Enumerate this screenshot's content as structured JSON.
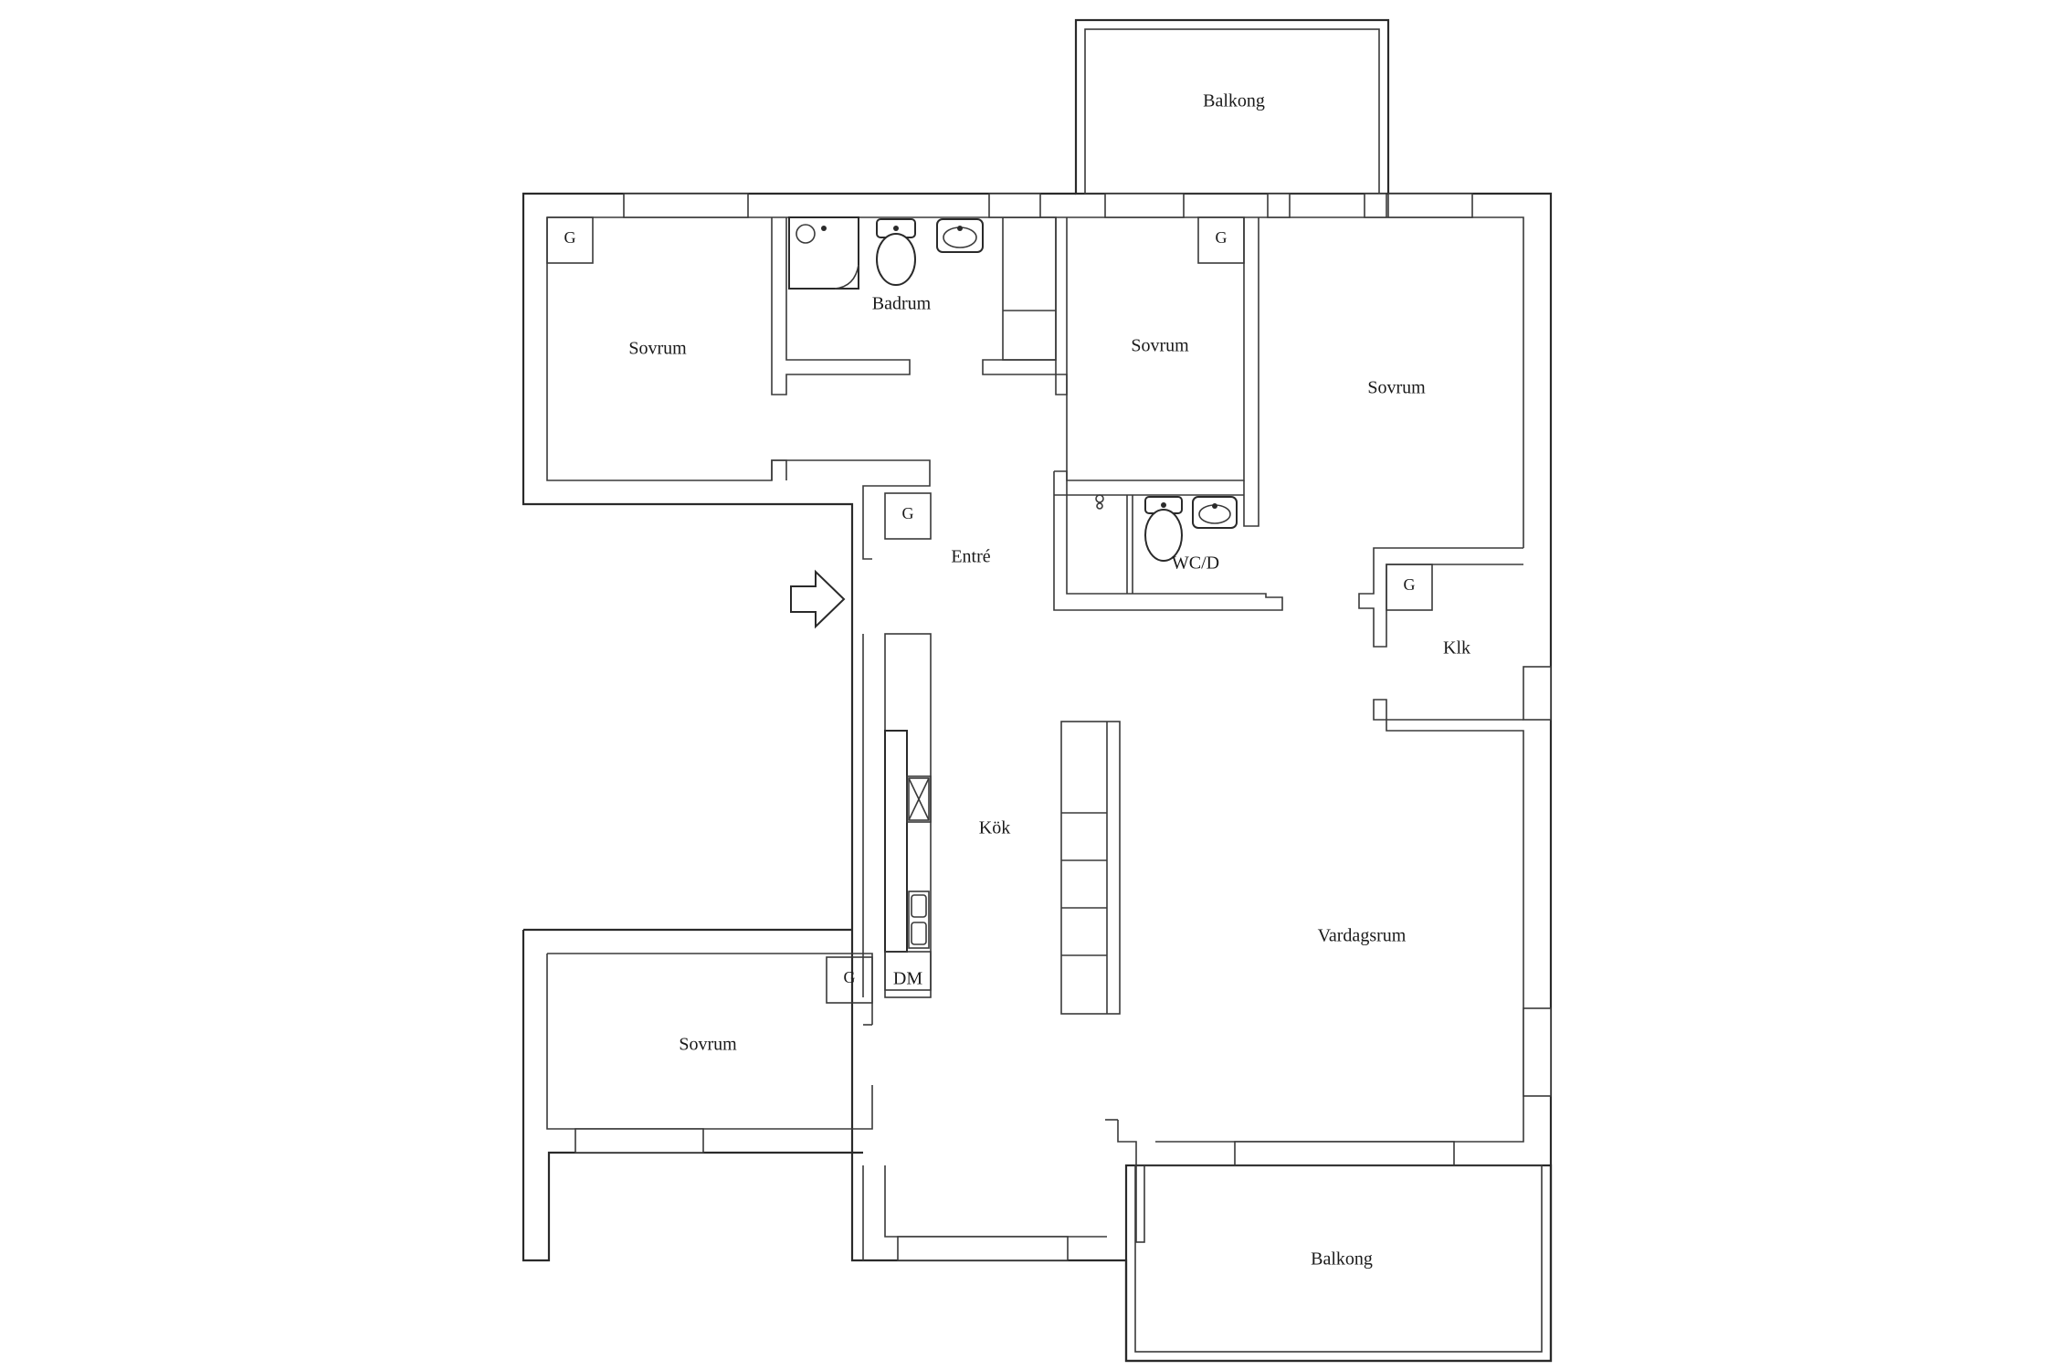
{
  "rooms": {
    "balkong_top": "Balkong",
    "badrum": "Badrum",
    "sovrum_left": "Sovrum",
    "sovrum_mid": "Sovrum",
    "sovrum_right": "Sovrum",
    "entre": "Entré",
    "wcd": "WC/D",
    "klk": "Klk",
    "kok": "Kök",
    "vardagsrum": "Vardagsrum",
    "sovrum_bottom": "Sovrum",
    "dm": "DM",
    "balkong_bottom": "Balkong"
  },
  "closet_marks": {
    "g1": "G",
    "g2": "G",
    "g3": "G",
    "g4": "G",
    "g5": "G"
  },
  "icons": [
    "entrance-arrow-icon",
    "shower-icon",
    "toilet-icon",
    "sink-icon",
    "stove-icon",
    "kitchen-sink-icon"
  ]
}
